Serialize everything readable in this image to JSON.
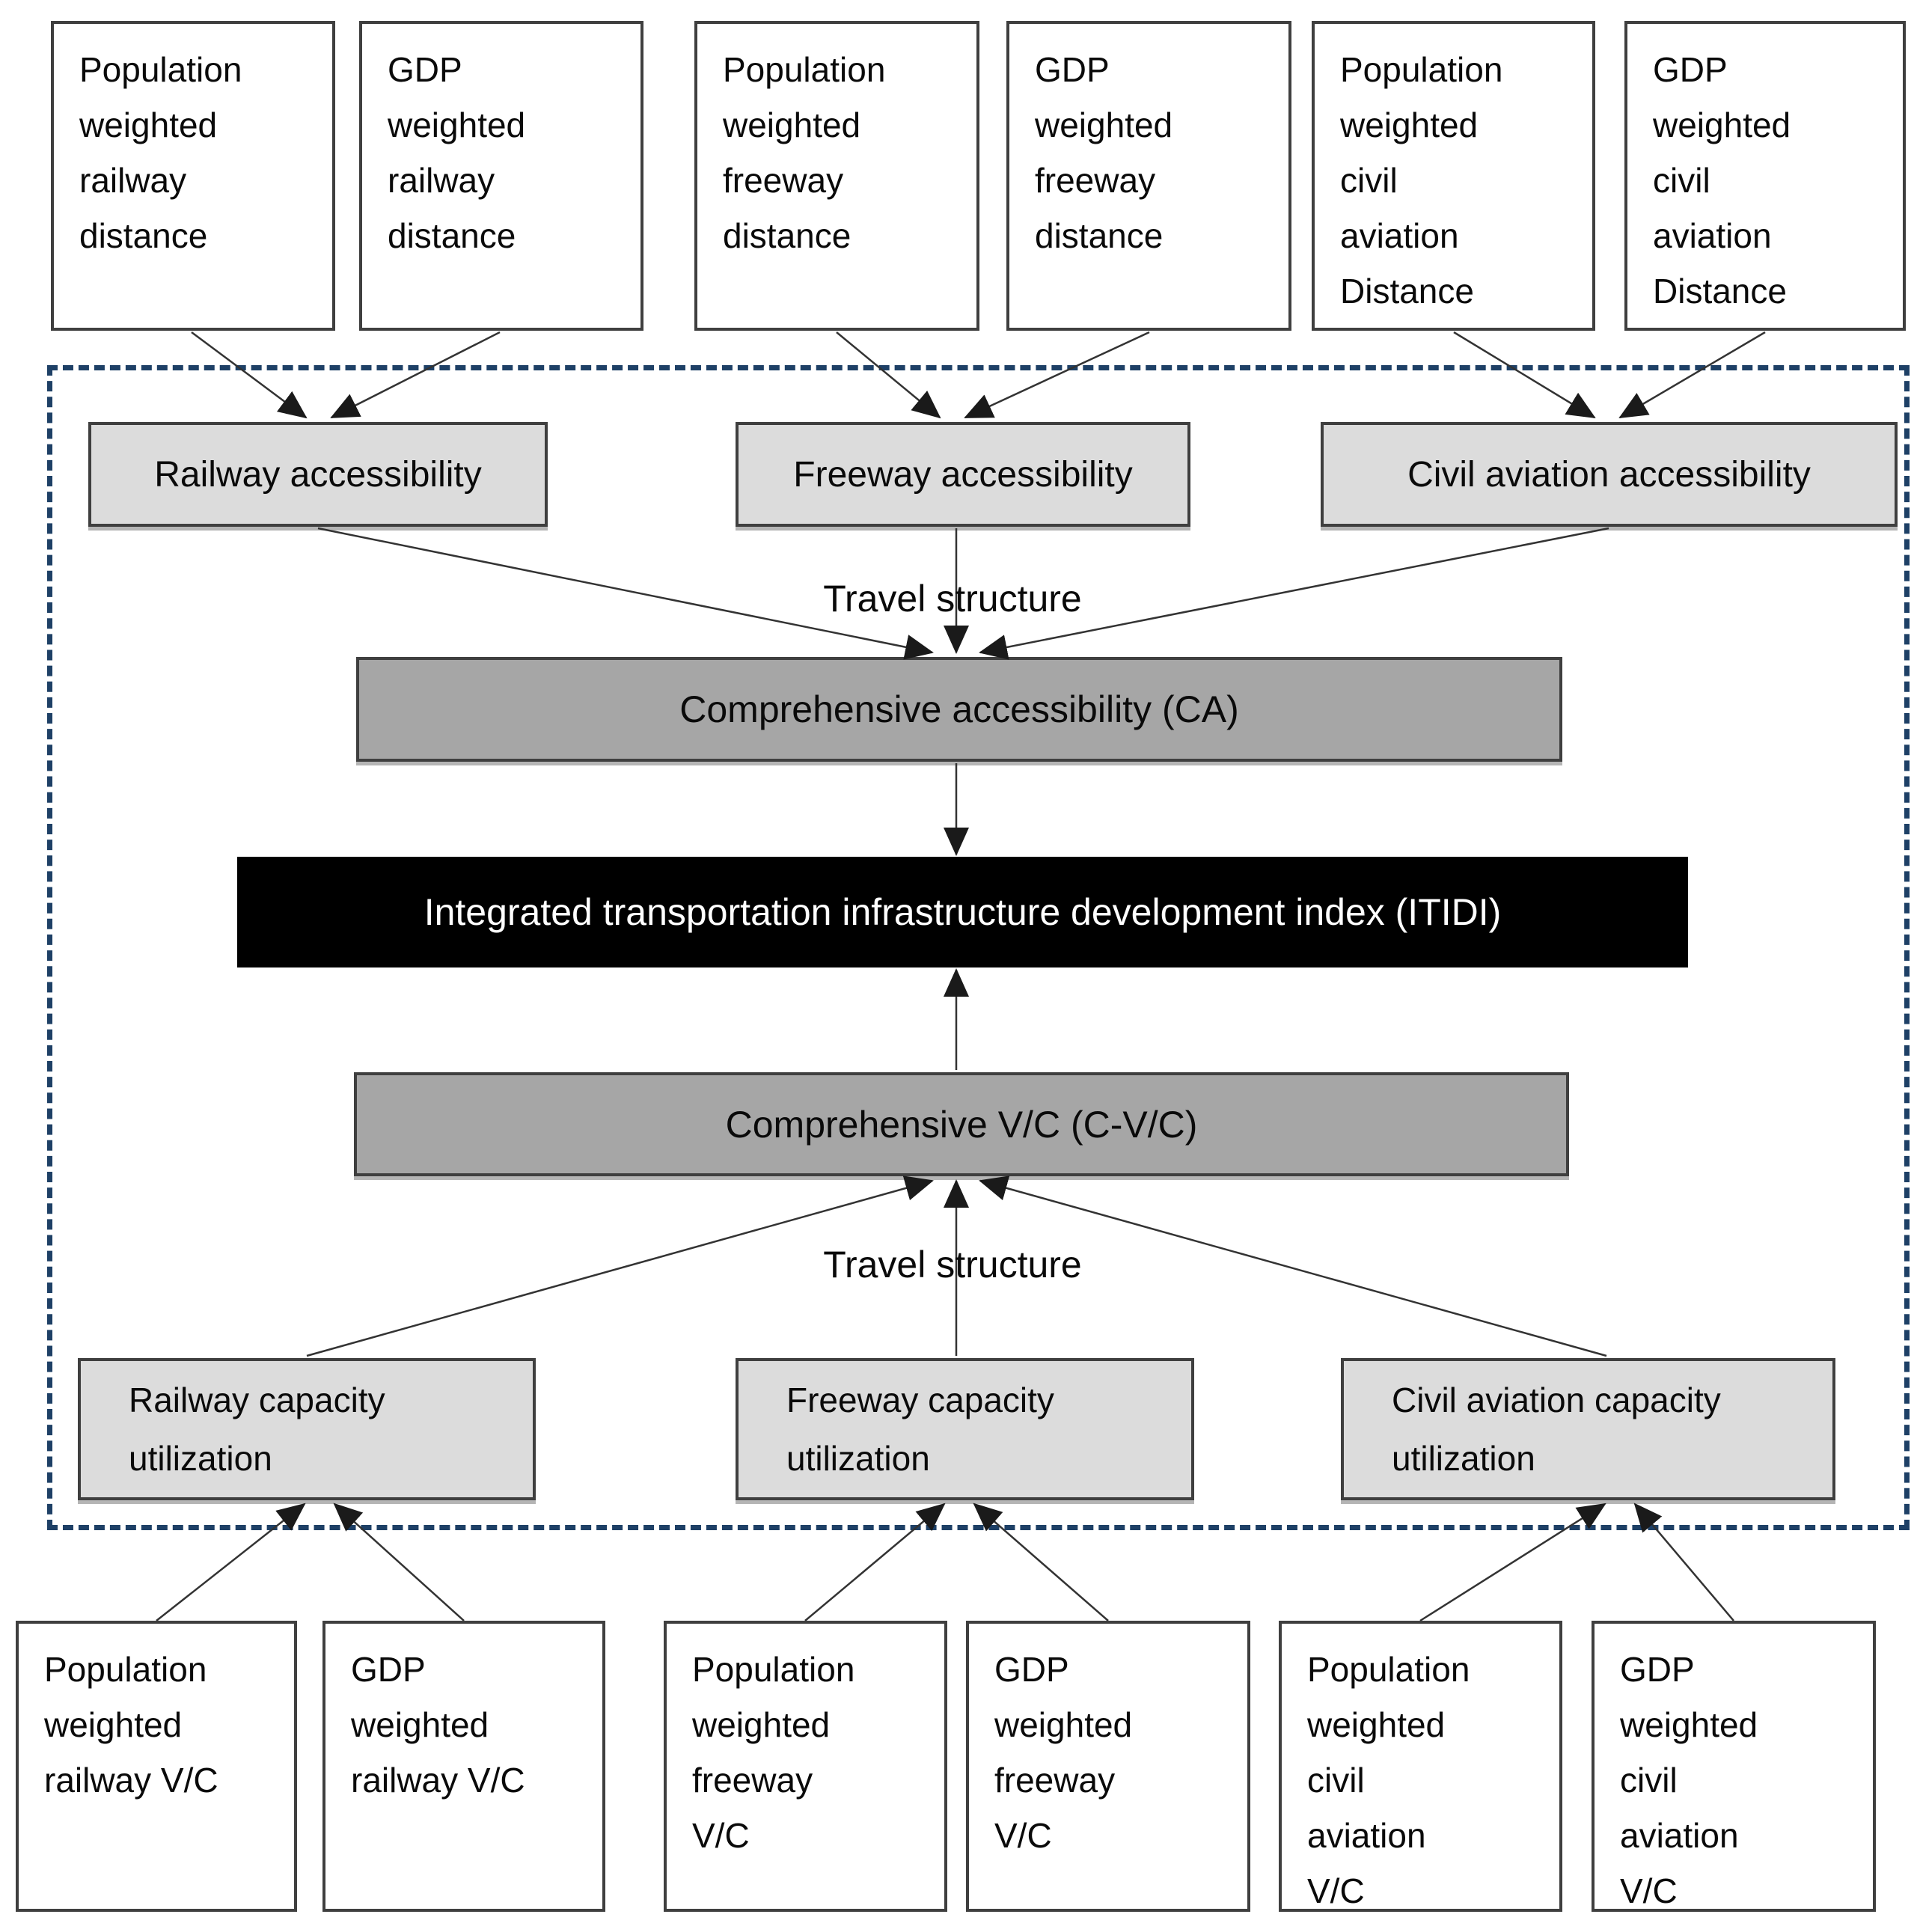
{
  "diagram": {
    "top_inputs": [
      "Population\nweighted\nrailway\ndistance",
      "GDP\nweighted\nrailway\ndistance",
      "Population\nweighted\nfreeway\ndistance",
      "GDP\nweighted\nfreeway\ndistance",
      "Population\nweighted\ncivil\naviation\nDistance",
      "GDP\nweighted\ncivil\naviation\nDistance"
    ],
    "accessibility_boxes": [
      "Railway accessibility",
      "Freeway accessibility",
      "Civil aviation accessibility"
    ],
    "travel_structure_upper": "Travel structure",
    "comprehensive_accessibility_label": "Comprehensive accessibility (CA)",
    "itidi_label": "Integrated transportation infrastructure development index (ITIDI)",
    "comprehensive_vc_label": "Comprehensive V/C (C-V/C)",
    "travel_structure_lower": "Travel structure",
    "capacity_boxes": [
      "Railway capacity\nutilization",
      "Freeway capacity\nutilization",
      "Civil aviation capacity\nutilization"
    ],
    "bottom_inputs": [
      "Population\nweighted\nrailway V/C",
      "GDP\nweighted\nrailway V/C",
      "Population\nweighted\nfreeway\nV/C",
      "GDP\nweighted\nfreeway\nV/C",
      "Population\nweighted\ncivil\naviation\nV/C",
      "GDP\nweighted\ncivil\naviation\nV/C"
    ],
    "colors": {
      "box_border": "#3f3f3f",
      "light_gray_fill": "#dcdcdc",
      "medium_gray_fill": "#a6a6a6",
      "itidi_fill": "#000000",
      "itidi_text": "#ffffff",
      "dashed_frame": "#1e4066",
      "arrow": "#333333",
      "background": "#ffffff"
    }
  }
}
